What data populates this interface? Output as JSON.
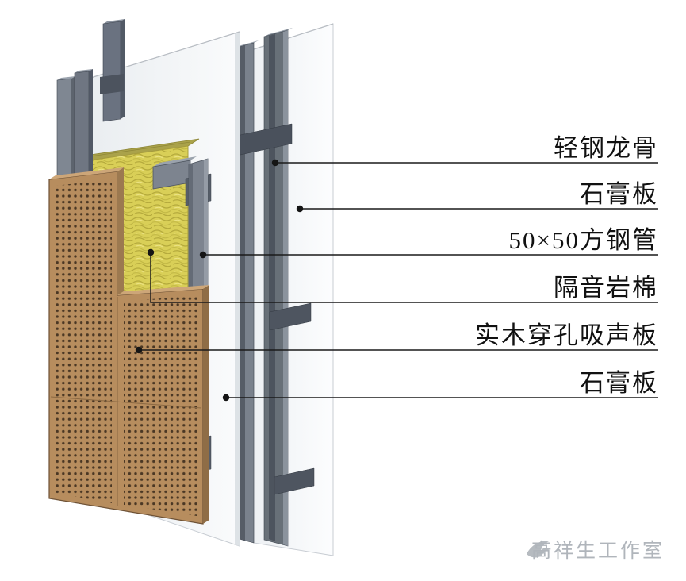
{
  "labels": [
    {
      "id": "light-steel-keel",
      "text": "轻钢龙骨"
    },
    {
      "id": "gypsum-board-back",
      "text": "石膏板"
    },
    {
      "id": "square-steel-tube",
      "text": "50×50方钢管"
    },
    {
      "id": "sound-insulation-rockwool",
      "text": "隔音岩棉"
    },
    {
      "id": "perforated-wood-panel",
      "text": "实木穿孔吸声板"
    },
    {
      "id": "gypsum-board-mid",
      "text": "石膏板"
    }
  ],
  "watermark": {
    "text": "高祥生工作室"
  },
  "colors": {
    "wood_panel": "#b78d5e",
    "wood_hole": "#4a3724",
    "rock_wool": "#d9cf57",
    "rock_wool_top": "#aaa24a",
    "steel": "#7a828d",
    "steel_dark": "#4e5560",
    "gypsum": "#f5f7f9",
    "leader_line": "#1a1a1a",
    "watermark_gray": "#b0b5bb"
  }
}
